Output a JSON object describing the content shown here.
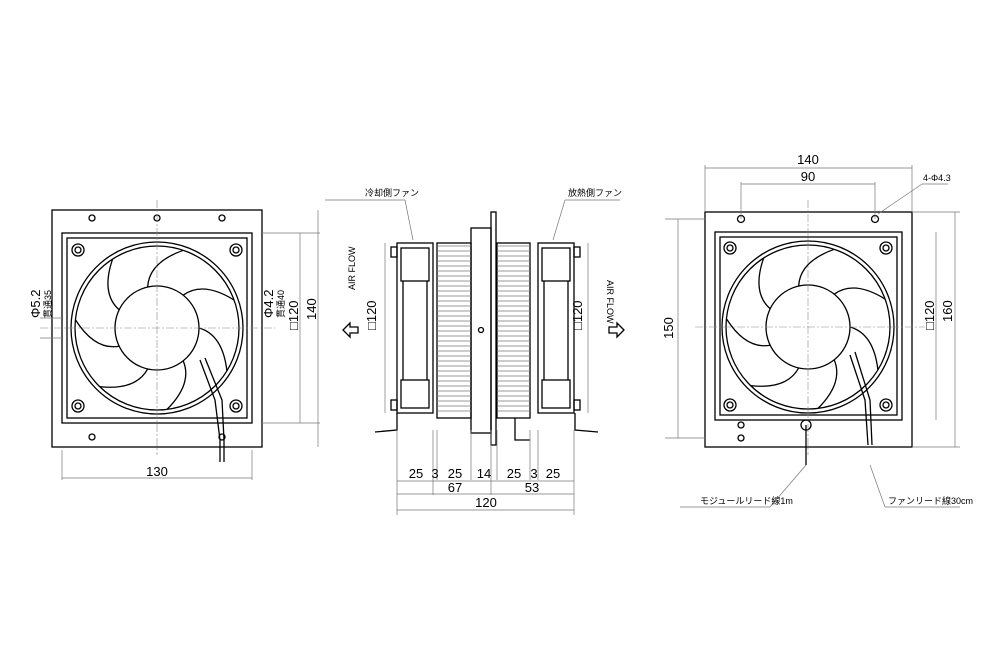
{
  "left_view": {
    "hole_dia": "Φ5.2",
    "hole_note": "貫通35",
    "fan_hole_dia": "Φ4.2",
    "fan_hole_note": "貫通40",
    "fan_size": "□120",
    "height": "140",
    "width": "130"
  },
  "side_view": {
    "cold_fan_label": "冷却側ファン",
    "hot_fan_label": "放熱側ファン",
    "airflow_left": "AIR FLOW",
    "airflow_right": "AIR FLOW",
    "fan_size_left": "□120",
    "fan_size_right": "□120",
    "dims_row1": [
      "25",
      "3",
      "25",
      "14",
      "25",
      "3",
      "25"
    ],
    "dim_67": "67",
    "dim_53": "53",
    "dim_total": "120"
  },
  "right_view": {
    "width_outer": "140",
    "hole_pitch": "90",
    "holes": "4-Φ4.3",
    "height": "150",
    "fan_size": "□120",
    "height_outer": "160",
    "module_lead": "モジュールリード線1m",
    "fan_lead": "ファンリード線30cm"
  }
}
